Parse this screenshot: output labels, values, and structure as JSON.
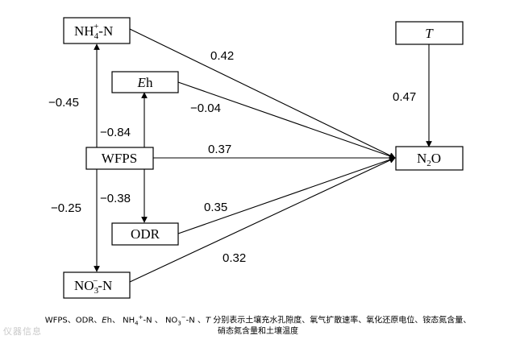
{
  "nodes": {
    "nh4": {
      "label": "NH",
      "sub": "4",
      "sup": "+",
      "suffix": "-N"
    },
    "eh": {
      "label_italic": "E",
      "label": "h"
    },
    "wfps": {
      "label": "WFPS"
    },
    "odr": {
      "label": "ODR"
    },
    "no3": {
      "label": "NO",
      "sub": "3",
      "sup": "−",
      "suffix": "-N"
    },
    "t": {
      "label_italic": "T"
    },
    "n2o": {
      "label": "N",
      "sub": "2",
      "suffix": "O"
    }
  },
  "coefficients": {
    "nh4_n2o": "0.42",
    "eh_n2o": "−0.04",
    "wfps_n2o": "0.37",
    "odr_n2o": "0.35",
    "no3_n2o": "0.32",
    "t_n2o": "0.47",
    "wfps_nh4": "−0.45",
    "wfps_eh": "−0.84",
    "wfps_odr": "−0.38",
    "wfps_no3": "−0.25"
  },
  "caption": {
    "p1": "WFPS、ODR、",
    "p2": "h、 NH",
    "p3": "-N 、 NO",
    "p4": "-N 、",
    "p5": " 分别表示土壤充水孔隙度、氧气扩散速率、氧化还原电位、铵态氮含量、",
    "line2": "硝态氮含量和土壤温度",
    "e": "E",
    "t": "T",
    "nh_sub": "4",
    "nh_sup": "+",
    "no_sub": "3",
    "no_sup": "−"
  },
  "watermark": "仪器信息"
}
